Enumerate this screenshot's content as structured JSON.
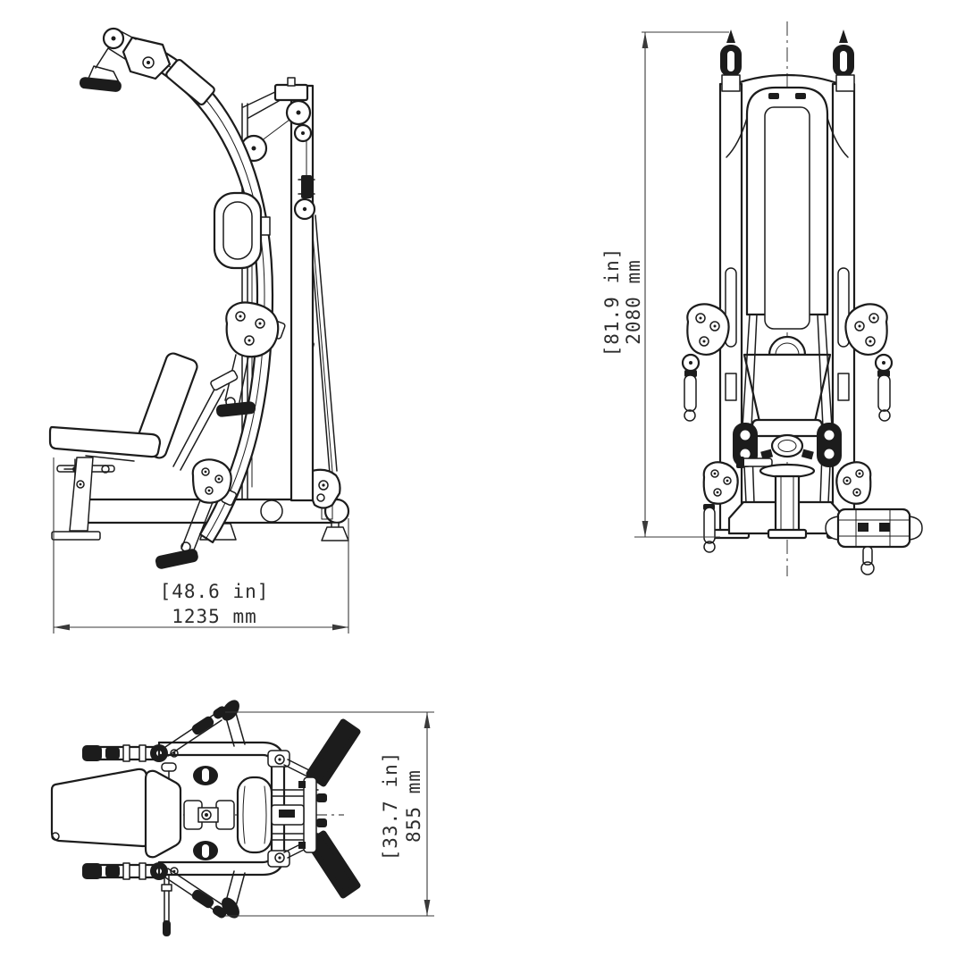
{
  "drawing": {
    "background": "#ffffff",
    "line_color": "#1c1c1c",
    "dimension_color": "#3a3a3a",
    "views": {
      "side": {
        "width_dim": {
          "inches": "[48.6 in]",
          "millimeters": "1235 mm"
        }
      },
      "front": {
        "height_dim": {
          "inches": "[81.9 in]",
          "millimeters": "2080 mm"
        }
      },
      "top": {
        "depth_dim": {
          "inches": "[33.7 in]",
          "millimeters": "855 mm"
        }
      }
    }
  }
}
